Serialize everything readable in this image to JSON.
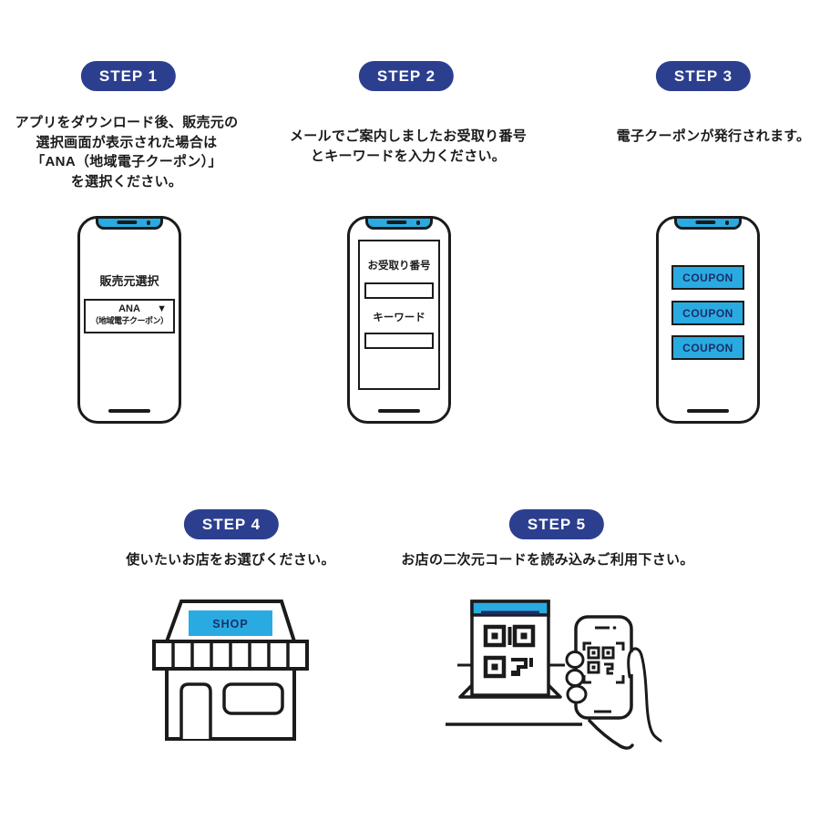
{
  "colors": {
    "badge_navy": "#2c3f8f",
    "accent_cyan": "#29abe2",
    "outline_ink": "#1b1b1b",
    "label_navy": "#1a2f66"
  },
  "steps": [
    {
      "badge": "STEP 1",
      "caption_lines": [
        "アプリをダウンロード後、販売元の",
        "選択画面が表示された場合は",
        "「ANA（地域電子クーポン）」",
        "を選択ください。"
      ]
    },
    {
      "badge": "STEP 2",
      "caption_lines": [
        "メールでご案内しましたお受取り番号",
        "とキーワードを入力ください。"
      ]
    },
    {
      "badge": "STEP 3",
      "caption_lines": [
        "電子クーポンが発行されます。"
      ]
    },
    {
      "badge": "STEP 4",
      "caption_lines": [
        "使いたいお店をお選びください。"
      ]
    },
    {
      "badge": "STEP 5",
      "caption_lines": [
        "お店の二次元コードを読み込みご利用下さい。"
      ]
    }
  ],
  "phone1": {
    "screen_title": "販売元選択",
    "dropdown_value": "ANA",
    "dropdown_arrow": "▼",
    "dropdown_sub": "（地域電子クーポン）"
  },
  "phone2": {
    "field1_label": "お受取り番号",
    "field1_value": "",
    "field2_label": "キーワード",
    "field2_value": ""
  },
  "phone3": {
    "coupons": [
      "COUPON",
      "COUPON",
      "COUPON"
    ]
  },
  "shop": {
    "sign": "SHOP"
  }
}
